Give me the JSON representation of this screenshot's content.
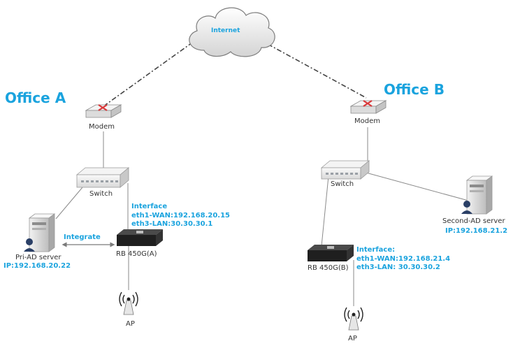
{
  "cloud": {
    "label": "Internet"
  },
  "office_a": {
    "title": "Office A",
    "modem": "Modem",
    "switch": "Switch",
    "router": "RB 450G(A)",
    "interface_title": "Interface",
    "interface_wan": "eth1-WAN:192.168.20.15",
    "interface_lan": "eth3-LAN:30.30.30.1",
    "server": "Pri-AD server",
    "server_ip": "IP:192.168.20.22",
    "integrate": "Integrate",
    "ap": "AP"
  },
  "office_b": {
    "title": "Office B",
    "modem": "Modem",
    "switch": "Switch",
    "router": "RB 450G(B)",
    "interface_title": "Interface:",
    "interface_wan": "eth1-WAN:192.168.21.4",
    "interface_lan": "eth3-LAN: 30.30.30.2",
    "server": "Second-AD server",
    "server_ip": "IP:192.168.21.2",
    "ap": "AP"
  },
  "colors": {
    "accent": "#1aa3de",
    "line": "#8a8a8a",
    "dashed": "#444444"
  },
  "icons": [
    "cloud-icon",
    "modem-icon",
    "switch-icon",
    "router-icon",
    "server-icon",
    "access-point-icon"
  ]
}
